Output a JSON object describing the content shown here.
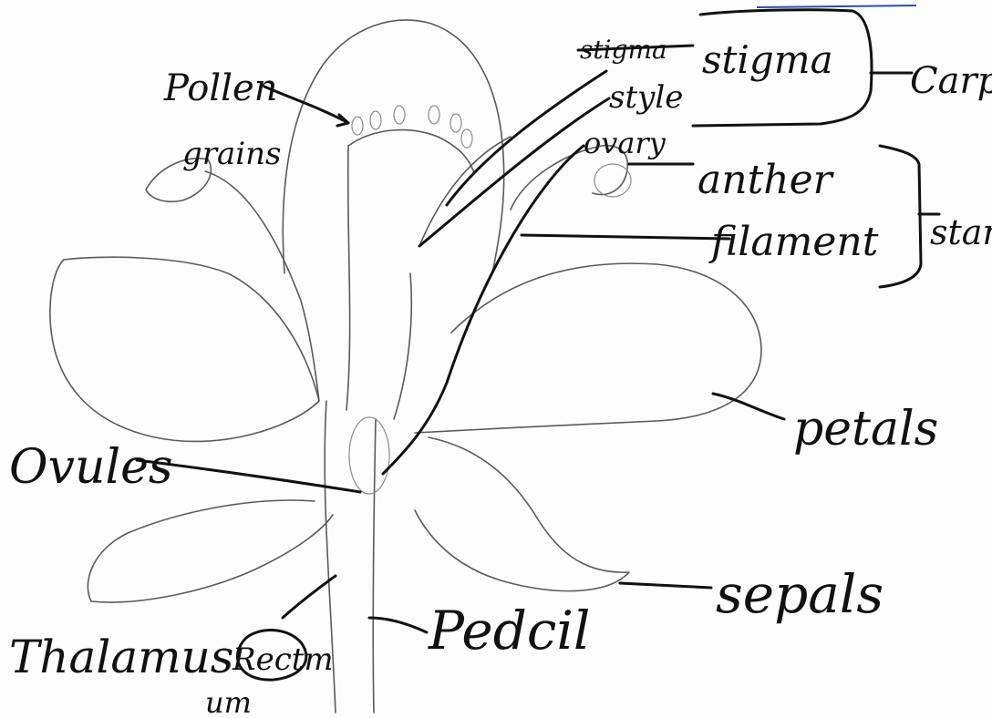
{
  "labels": {
    "stigma_struck": "stigma",
    "stigma": "stigma",
    "style": "style",
    "ovary": "ovary",
    "carpel": "Carpe",
    "pollen_line1": "Pollen",
    "pollen_line2": "grains",
    "anther": "anther",
    "filament": "filament",
    "stamen": "stam",
    "petals": "petals",
    "ovules": "Ovules",
    "sepals": "sepals",
    "pedicel": "Pedcil",
    "thalamus": "Thalamus",
    "receptacle_line1": "Rectm",
    "receptacle_line2": "um"
  },
  "colors": {
    "ink": "#111111",
    "pencil": "#5a5a5a",
    "paper": "#fdfdfd",
    "edge_marker": "#2b4fa8"
  }
}
